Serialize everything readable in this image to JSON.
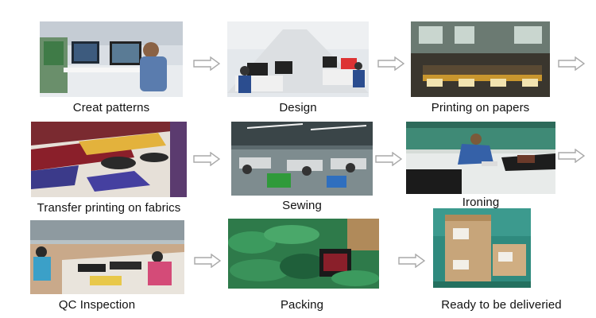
{
  "steps": [
    {
      "label": "Creat patterns"
    },
    {
      "label": "Design"
    },
    {
      "label": "Printing on papers"
    },
    {
      "label": "Transfer printing on fabrics"
    },
    {
      "label": "Sewing"
    },
    {
      "label": "Ironing"
    },
    {
      "label": "QC Inspection"
    },
    {
      "label": "Packing"
    },
    {
      "label": "Ready to be deliveried"
    }
  ],
  "arrow_color": "#a9a9a9"
}
